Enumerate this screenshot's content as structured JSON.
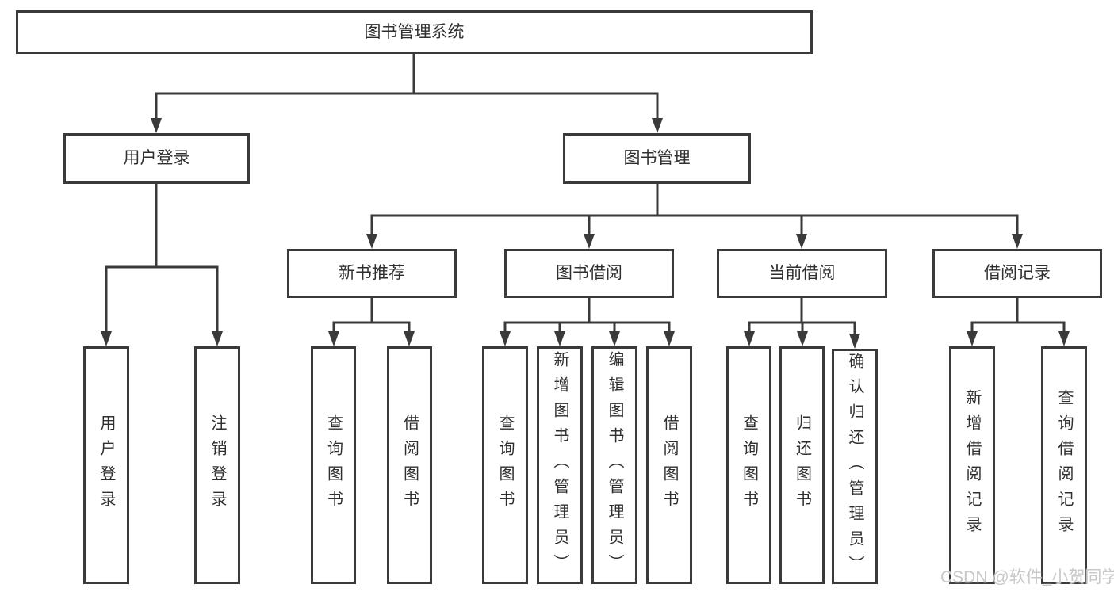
{
  "diagram": {
    "title": "图书管理系统",
    "watermark": "CSDN @软件_小贺同学",
    "colors": {
      "line": "#3a3a3a",
      "text": "#2f2f2f",
      "background": "#ffffff",
      "watermark": "#c8c8c8"
    },
    "tree": {
      "label": "图书管理系统",
      "children": [
        {
          "label": "用户登录",
          "children": [
            {
              "label": "用户登录"
            },
            {
              "label": "注销登录"
            }
          ]
        },
        {
          "label": "图书管理",
          "children": [
            {
              "label": "新书推荐",
              "children": [
                {
                  "label": "查询图书"
                },
                {
                  "label": "借阅图书"
                }
              ]
            },
            {
              "label": "图书借阅",
              "children": [
                {
                  "label": "查询图书"
                },
                {
                  "label": "新增图书（管理员）"
                },
                {
                  "label": "编辑图书（管理员）"
                },
                {
                  "label": "借阅图书"
                }
              ]
            },
            {
              "label": "当前借阅",
              "children": [
                {
                  "label": "查询图书"
                },
                {
                  "label": "归还图书"
                },
                {
                  "label": "确认归还（管理员）"
                }
              ]
            },
            {
              "label": "借阅记录",
              "children": [
                {
                  "label": "新增借阅记录"
                },
                {
                  "label": "查询借阅记录"
                }
              ]
            }
          ]
        }
      ]
    }
  }
}
